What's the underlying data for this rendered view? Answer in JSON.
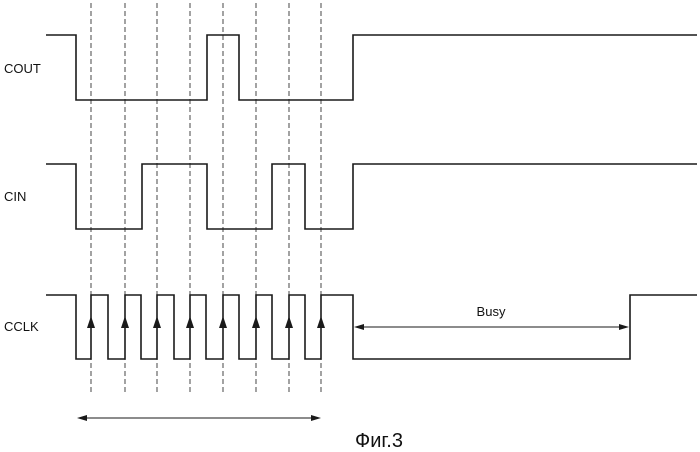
{
  "signals": [
    {
      "name": "COUT",
      "edges": [
        [
          46,
          1
        ],
        [
          76,
          0
        ],
        [
          207,
          1
        ],
        [
          239,
          0
        ],
        [
          353,
          1
        ],
        [
          697,
          1
        ]
      ]
    },
    {
      "name": "CIN",
      "edges": [
        [
          46,
          1
        ],
        [
          76,
          0
        ],
        [
          142,
          1
        ],
        [
          207,
          0
        ],
        [
          272,
          1
        ],
        [
          305,
          0
        ],
        [
          353,
          1
        ],
        [
          697,
          1
        ]
      ]
    },
    {
      "name": "CCLK",
      "edges": [
        [
          46,
          1
        ],
        [
          76,
          0
        ],
        [
          91,
          1
        ],
        [
          108,
          0
        ],
        [
          125,
          1
        ],
        [
          141,
          0
        ],
        [
          157,
          1
        ],
        [
          174,
          0
        ],
        [
          190,
          1
        ],
        [
          206,
          0
        ],
        [
          223,
          1
        ],
        [
          239,
          0
        ],
        [
          256,
          1
        ],
        [
          272,
          0
        ],
        [
          289,
          1
        ],
        [
          305,
          0
        ],
        [
          321,
          1
        ],
        [
          353,
          0
        ],
        [
          630,
          1
        ],
        [
          697,
          1
        ]
      ]
    }
  ],
  "clock_ticks": [
    91,
    125,
    157,
    190,
    223,
    256,
    289,
    321
  ],
  "busy_label": "Busy",
  "caption": "Фиг.3"
}
